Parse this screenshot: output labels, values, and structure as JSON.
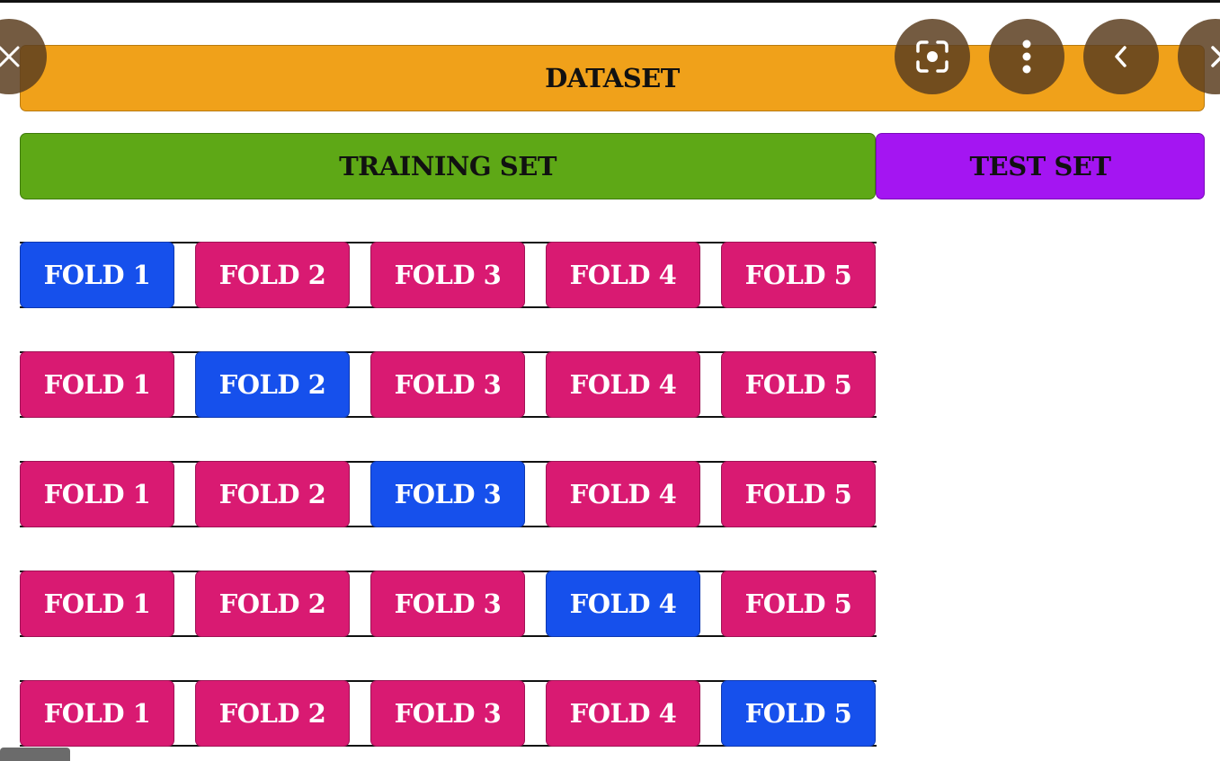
{
  "diagram": {
    "dataset_label": "DATASET",
    "training_label": "TRAINING SET",
    "test_label": "TEST SET",
    "rows": [
      {
        "folds": [
          {
            "label": "FOLD 1",
            "role": "test"
          },
          {
            "label": "FOLD 2",
            "role": "train"
          },
          {
            "label": "FOLD 3",
            "role": "train"
          },
          {
            "label": "FOLD 4",
            "role": "train"
          },
          {
            "label": "FOLD 5",
            "role": "train"
          }
        ]
      },
      {
        "folds": [
          {
            "label": "FOLD 1",
            "role": "train"
          },
          {
            "label": "FOLD 2",
            "role": "test"
          },
          {
            "label": "FOLD 3",
            "role": "train"
          },
          {
            "label": "FOLD 4",
            "role": "train"
          },
          {
            "label": "FOLD 5",
            "role": "train"
          }
        ]
      },
      {
        "folds": [
          {
            "label": "FOLD 1",
            "role": "train"
          },
          {
            "label": "FOLD 2",
            "role": "train"
          },
          {
            "label": "FOLD 3",
            "role": "test"
          },
          {
            "label": "FOLD 4",
            "role": "train"
          },
          {
            "label": "FOLD 5",
            "role": "train"
          }
        ]
      },
      {
        "folds": [
          {
            "label": "FOLD 1",
            "role": "train"
          },
          {
            "label": "FOLD 2",
            "role": "train"
          },
          {
            "label": "FOLD 3",
            "role": "train"
          },
          {
            "label": "FOLD 4",
            "role": "test"
          },
          {
            "label": "FOLD 5",
            "role": "train"
          }
        ]
      },
      {
        "folds": [
          {
            "label": "FOLD 1",
            "role": "train"
          },
          {
            "label": "FOLD 2",
            "role": "train"
          },
          {
            "label": "FOLD 3",
            "role": "train"
          },
          {
            "label": "FOLD 4",
            "role": "train"
          },
          {
            "label": "FOLD 5",
            "role": "test"
          }
        ]
      }
    ]
  },
  "colors": {
    "dataset": "#f0a11a",
    "training": "#5ea816",
    "test_set": "#a415f2",
    "fold_train": "#d91a72",
    "fold_test": "#1650ec"
  },
  "overlay": {
    "buttons": [
      {
        "name": "close-button",
        "icon": "close-icon"
      },
      {
        "name": "lens-button",
        "icon": "lens-scan-icon"
      },
      {
        "name": "more-button",
        "icon": "more-vertical-icon"
      },
      {
        "name": "prev-button",
        "icon": "chevron-left-icon"
      },
      {
        "name": "next-button",
        "icon": "chevron-right-icon"
      }
    ]
  }
}
